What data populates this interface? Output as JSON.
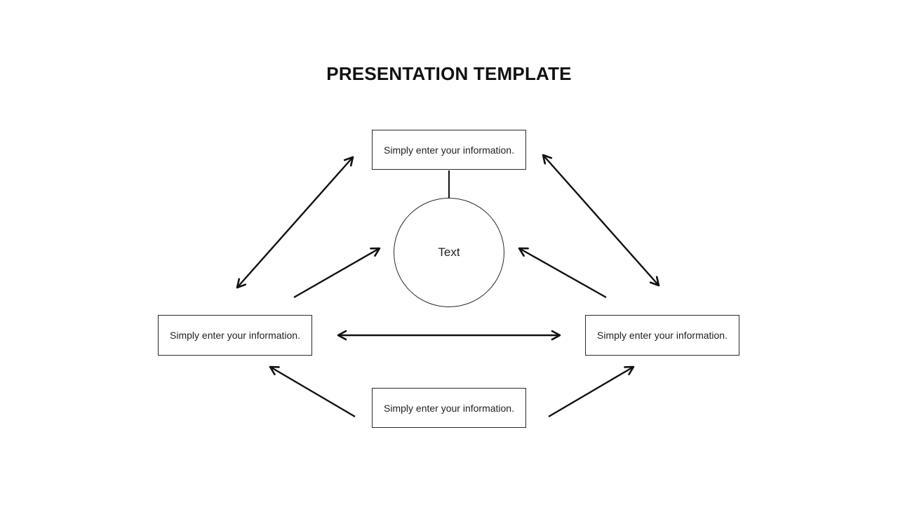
{
  "slide": {
    "title": "PRESENTATION TEMPLATE",
    "center_label": "Text",
    "boxes": {
      "top": {
        "label": "Simply enter your information."
      },
      "left": {
        "label": "Simply enter your information."
      },
      "right": {
        "label": "Simply enter your information."
      },
      "bottom": {
        "label": "Simply enter your information."
      }
    },
    "colors": {
      "background": "#ffffff",
      "line": "#111111",
      "text": "#222222",
      "border": "#2a2a2a"
    }
  }
}
